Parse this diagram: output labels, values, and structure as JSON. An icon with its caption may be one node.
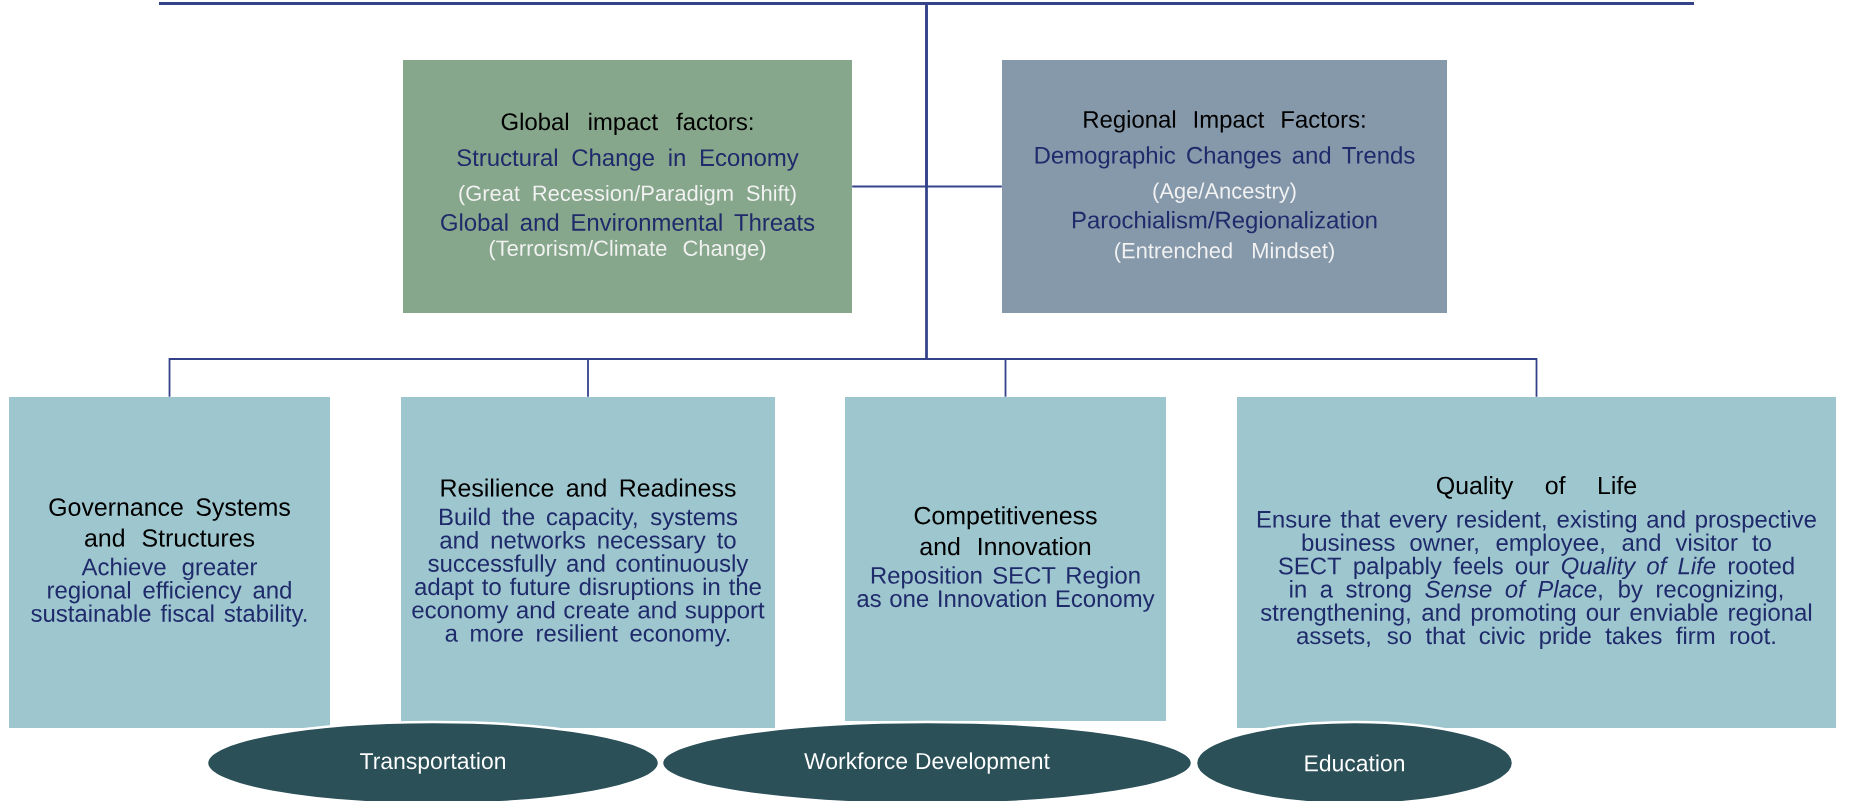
{
  "diagram": {
    "nodes": [
      {
        "text": [],
        "shape": "bar"
      },
      {
        "text": [
          "Global impact factors:",
          "Structural Change in Economy",
          "(Great Recession/Paradigm Shift)",
          "Global and Environmental Threats",
          "(Terrorism/Climate Change)"
        ]
      },
      {
        "text": [
          "Regional Impact Factors:",
          "Demographic Changes and Trends",
          "(Age/Ancestry)",
          "Parochialism/Regionalization",
          "(Entrenched Mindset)"
        ]
      },
      {
        "text": [
          "Governance  Systems and Structures",
          "Achieve greater regional efficiency and sustainable fiscal stability."
        ]
      },
      {
        "text": [
          "Resilience and Readiness",
          "Build the capacity, systems and networks necessary to successfully and continuously adapt to future disruptions in the economy and create and support a more resilient economy."
        ]
      },
      {
        "text": [
          "Competitiveness and Innovation",
          "Reposition SECT Region as one Innovation Economy"
        ]
      },
      {
        "text": [
          "Quality of Life",
          "Ensure that every resident, existing and prospective business owner, employee, and visitor to SECT palpably feels our *Quality of Life* rooted in a strong *Sense of Place*, by recognizing, strengthening, and promoting our enviable regional assets, so that civic pride takes firm root."
        ]
      },
      {
        "text": [
          "Transportation"
        ]
      },
      {
        "text": [
          "Workforce Development"
        ]
      },
      {
        "text": [
          "Education"
        ]
      }
    ],
    "edges": [
      {
        "from": 0,
        "to": 1,
        "arrow": "none"
      },
      {
        "from": 0,
        "to": 2,
        "arrow": "none"
      },
      {
        "from": 0,
        "to": 3,
        "arrow": "none"
      },
      {
        "from": 0,
        "to": 4,
        "arrow": "none"
      },
      {
        "from": 0,
        "to": 5,
        "arrow": "none"
      },
      {
        "from": 0,
        "to": 6,
        "arrow": "none"
      }
    ]
  }
}
